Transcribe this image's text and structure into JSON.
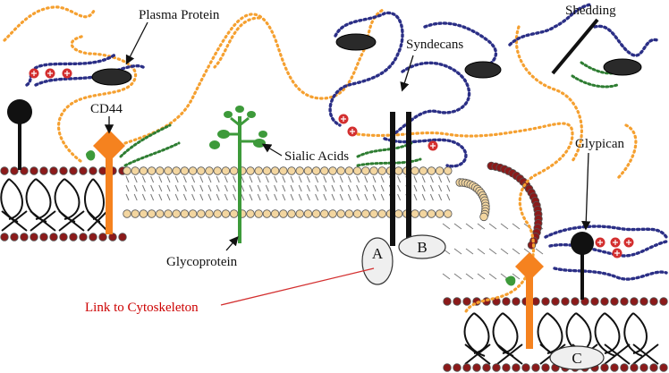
{
  "labels": {
    "plasma_protein": "Plasma Protein",
    "shedding": "Shedding",
    "syndecans": "Syndecans",
    "cd44": "CD44",
    "sialic_acids": "Sialic Acids",
    "glypican": "Glypican",
    "glycoprotein": "Glycoprotein",
    "link_to_cytoskeleton": "Link to Cytoskeleton",
    "anchor_a": "A",
    "anchor_b": "B",
    "anchor_c": "C"
  },
  "colors": {
    "background": "#ffffff",
    "hyaluronan_chain": "#f5a030",
    "heparan_sulfate_chain": "#2b2f86",
    "chondroitin_chain": "#2e7d32",
    "lipid_head_outer": "#f3d6a0",
    "lipid_head_inner": "#8b1a1a",
    "cd44_core": "#f5821f",
    "glycoprotein_stem": "#3d9a3a",
    "sialic_acid": "#3d9a3a",
    "proteoglycan_core": "#111111",
    "plasma_protein": "#2a2a2a",
    "charge_dot": "#d32f2f",
    "link_line": "#d32f2f",
    "link_label": "#cc0000"
  },
  "icons": [
    "plasma-protein-ellipse",
    "negative-charge-circle",
    "lipid-bilayer",
    "transmembrane-helix"
  ]
}
